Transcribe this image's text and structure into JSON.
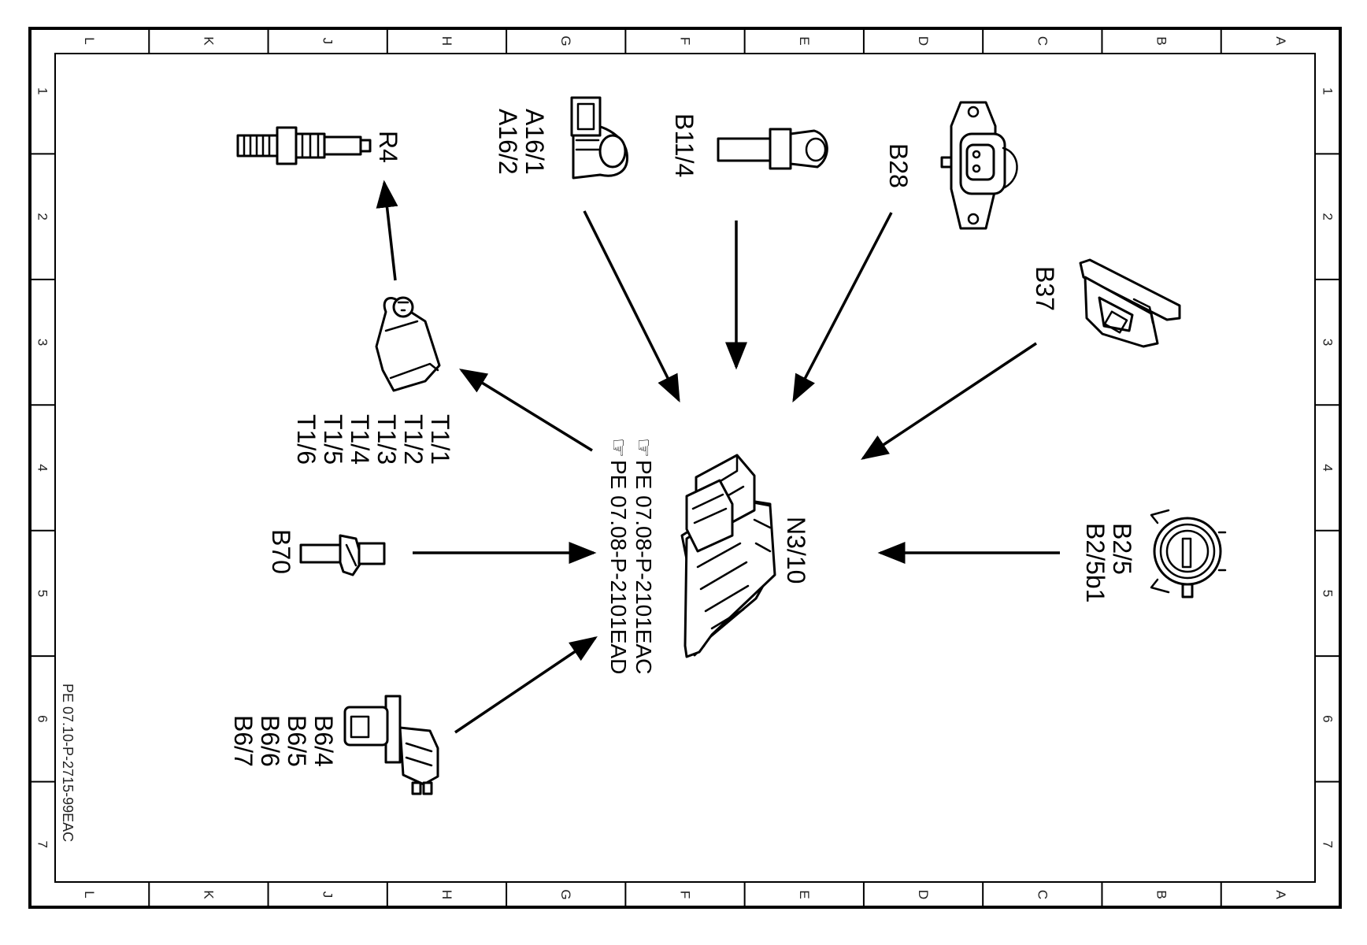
{
  "frame": {
    "columns": [
      "L",
      "K",
      "J",
      "H",
      "G",
      "F",
      "E",
      "D",
      "C",
      "B",
      "A"
    ],
    "rows": [
      "1",
      "2",
      "3",
      "4",
      "5",
      "6",
      "7"
    ]
  },
  "document_number": "PE 07.10-P-2715-99EAC",
  "center_unit": {
    "label": "N3/10",
    "refs": [
      "PE 07.08-P-2101EAC",
      "PE 07.08-P-2101EAD"
    ],
    "ref_icons": [
      "pointing-hand-icon",
      "pointing-hand-icon"
    ]
  },
  "components": {
    "r4": {
      "label": "R4",
      "icon": "spark-plug-icon"
    },
    "a16": {
      "labels": [
        "A16/1",
        "A16/2"
      ],
      "icon": "knock-sensor-icon"
    },
    "b11_4": {
      "label": "B11/4",
      "icon": "temperature-sensor-icon"
    },
    "b28": {
      "label": "B28",
      "icon": "pressure-sensor-icon"
    },
    "b37": {
      "label": "B37",
      "icon": "accelerator-pedal-sensor-icon"
    },
    "b2": {
      "labels": [
        "B2/5",
        "B2/5b1"
      ],
      "icon": "hot-film-mass-air-flow-sensor-icon"
    },
    "t1": {
      "labels": [
        "T1/1",
        "T1/2",
        "T1/3",
        "T1/4",
        "T1/5",
        "T1/6"
      ],
      "icon": "ignition-coil-icon"
    },
    "b70": {
      "label": "B70",
      "icon": "crankshaft-position-sensor-icon"
    },
    "b6": {
      "labels": [
        "B6/4",
        "B6/5",
        "B6/6",
        "B6/7"
      ],
      "icon": "camshaft-hall-sensor-icon"
    }
  }
}
